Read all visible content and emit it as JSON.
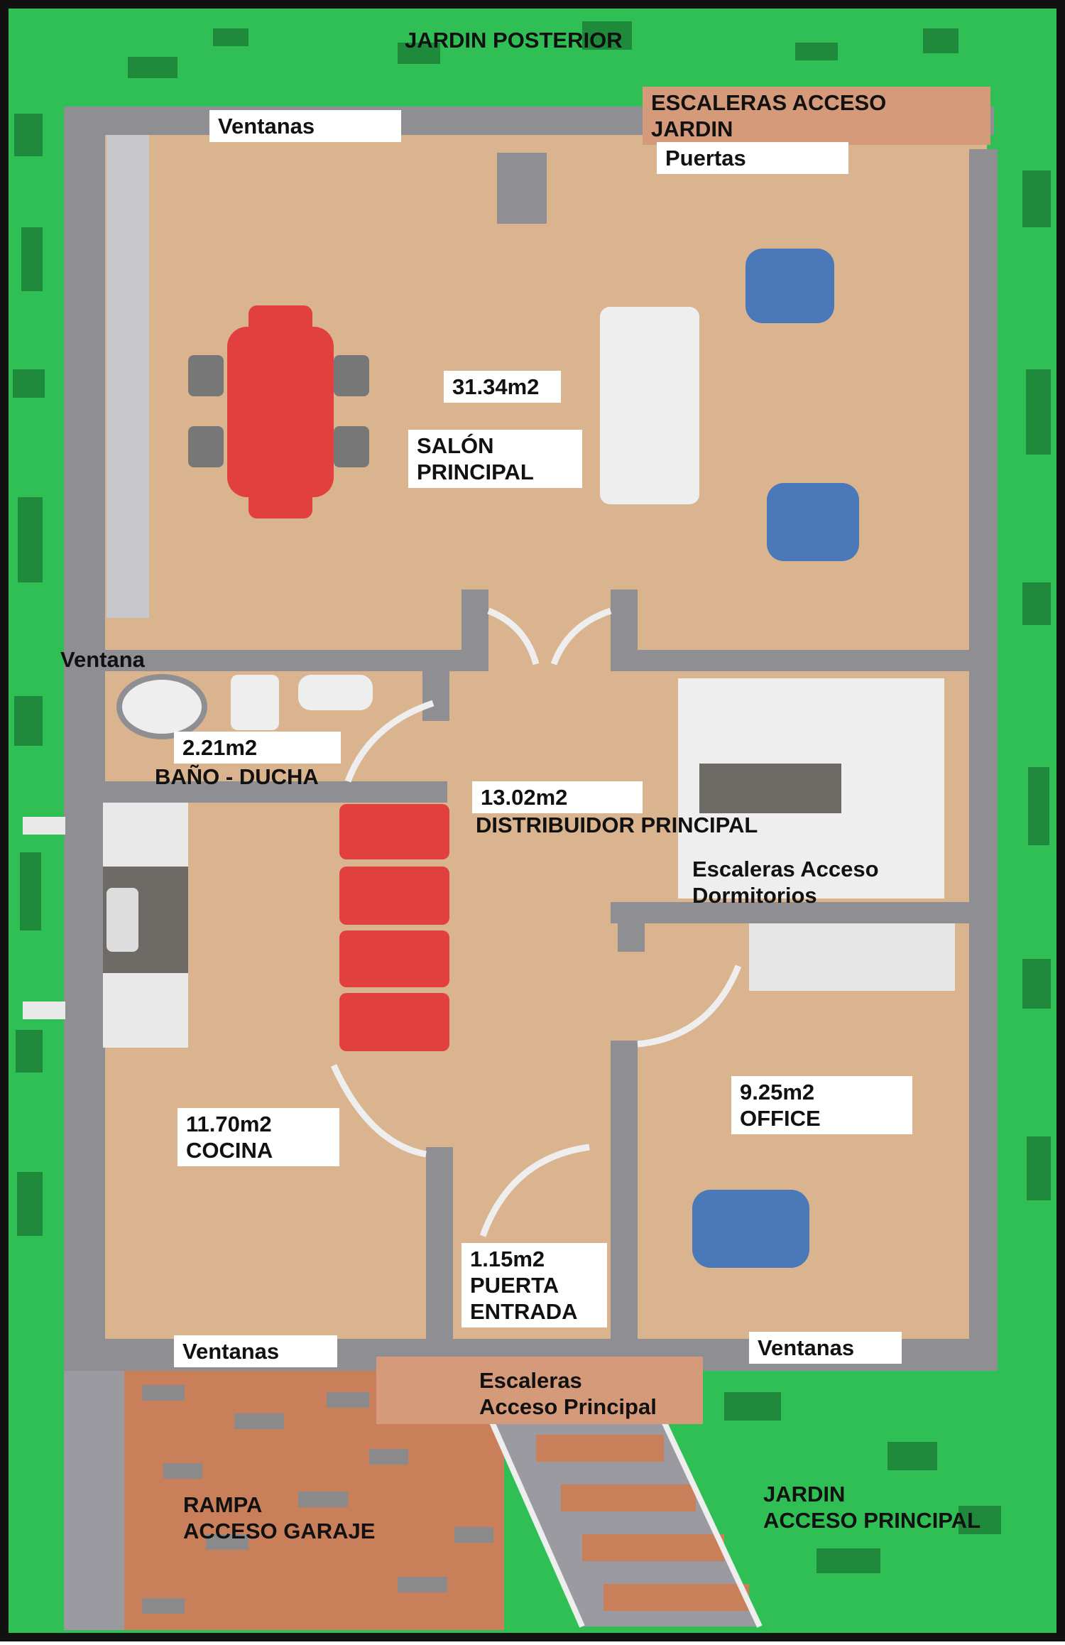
{
  "colors": {
    "garden": "#2fbf55",
    "garden_dark": "#1f8a3c",
    "wall": "#8e8e93",
    "wall_top": "#a7a7ac",
    "floor": "#d9b48f",
    "brick": "#c9805a",
    "table": "#e2403e",
    "sofa": "#e2403e",
    "chair": "#4a78b8",
    "white_furniture": "#eeeeee",
    "stairs_label_bg": "#d49a79"
  },
  "labels": {
    "jardin_posterior": "JARDIN POSTERIOR",
    "escaleras_jardin": [
      "ESCALERAS ACCESO",
      "JARDIN"
    ],
    "ventanas_top": "Ventanas",
    "puertas_top": "Puertas",
    "salon_area": "31.34m2",
    "salon_name": [
      "SALÓN",
      "PRINCIPAL"
    ],
    "ventana_left": "Ventana",
    "bano_area": "2.21m2",
    "bano_name": "BAÑO - DUCHA",
    "distribuidor_area": "13.02m2",
    "distribuidor_name": "DISTRIBUIDOR PRINCIPAL",
    "escaleras_dormitorios": [
      "Escaleras Acceso",
      "Dormitorios"
    ],
    "office_area": "9.25m2",
    "office_name": "OFFICE",
    "cocina_area": "11.70m2",
    "cocina_name": "COCINA",
    "puerta_area": "1.15m2",
    "puerta_name": [
      "PUERTA",
      "ENTRADA"
    ],
    "ventanas_bottom_left": "Ventanas",
    "ventanas_bottom_right": "Ventanas",
    "escaleras_principal": [
      "Escaleras",
      "Acceso Principal"
    ],
    "rampa": [
      "RAMPA",
      "ACCESO GARAJE"
    ],
    "jardin_principal": [
      "JARDIN",
      "ACCESO PRINCIPAL"
    ]
  }
}
